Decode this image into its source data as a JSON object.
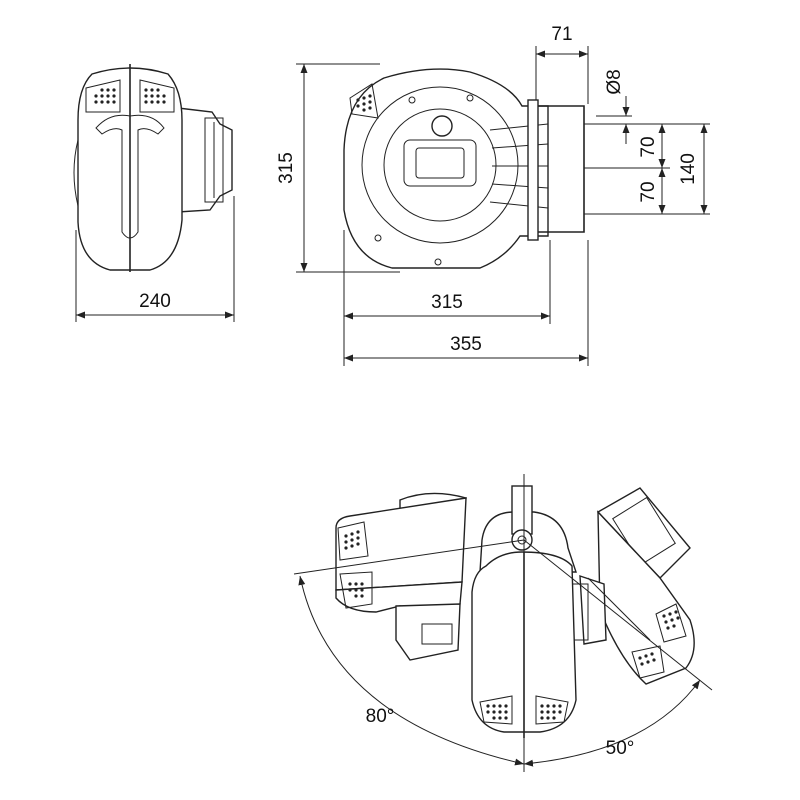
{
  "dimensions": {
    "side_width": "240",
    "front_height": "315",
    "front_width": "315",
    "overall_width": "355",
    "bracket_depth": "71",
    "hole_diameter": "Ø8",
    "hole_spacing_upper": "70",
    "hole_spacing_lower": "70",
    "hole_spacing_total": "140"
  },
  "swivel": {
    "left_angle": "80°",
    "right_angle": "50°"
  },
  "colors": {
    "line": "#222222",
    "background": "#ffffff"
  }
}
